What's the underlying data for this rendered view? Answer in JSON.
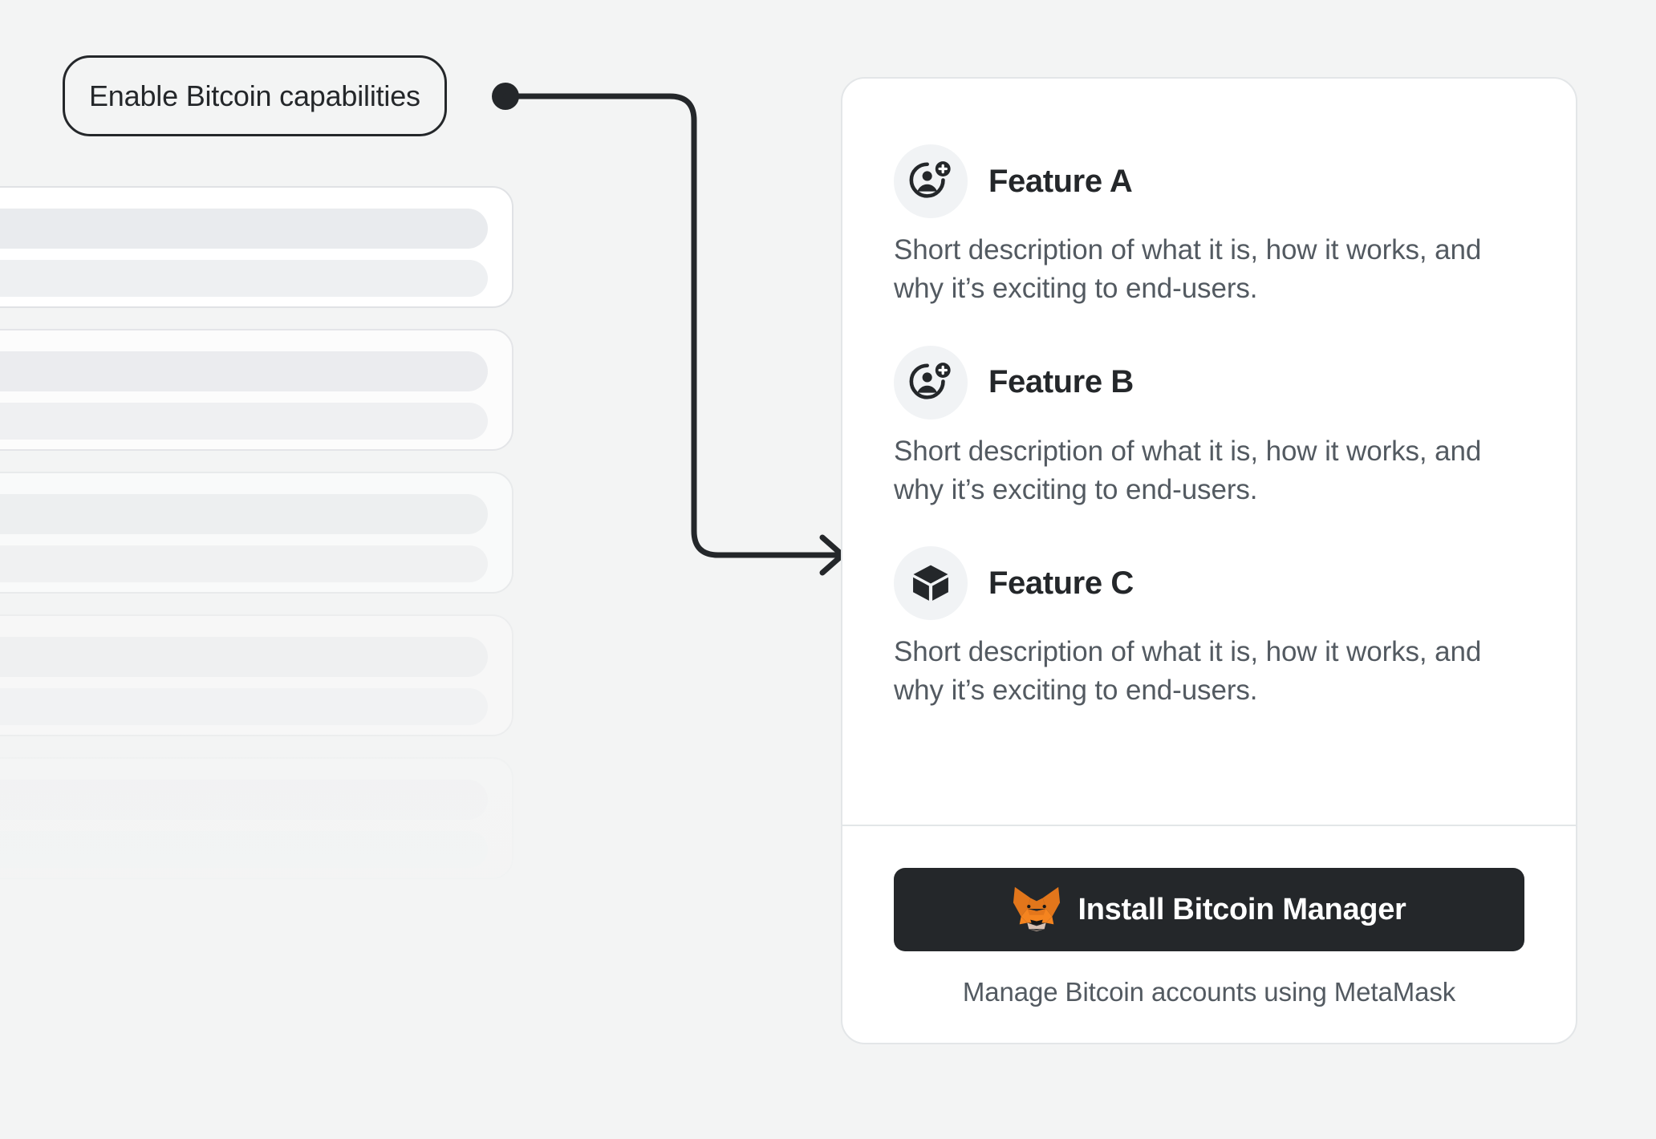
{
  "theme": {
    "background": "#f3f4f4",
    "card_background": "#ffffff",
    "card_border": "#e3e6e8",
    "text_primary": "#24272a",
    "text_secondary": "#535a61",
    "icon_badge_background": "#f1f3f5",
    "button_background": "#24272a",
    "button_text": "#ffffff",
    "connector_stroke": "#24272a",
    "metamask_orange": "#e2761b",
    "metamask_orange_light": "#f5841f",
    "metamask_brown": "#763d16",
    "metamask_cream": "#d7c1b3"
  },
  "annotation": {
    "label": "Enable Bitcoin capabilities",
    "connector": {
      "from_dot": "right-edge-of-callout",
      "to_target": "feature-card-left-edge",
      "arrow": "right-chevron"
    }
  },
  "background_list": {
    "item_count": 5,
    "items": [
      {
        "opacity": 1.0
      },
      {
        "opacity": 0.78
      },
      {
        "opacity": 0.55
      },
      {
        "opacity": 0.34
      },
      {
        "opacity": 0.16
      }
    ]
  },
  "card": {
    "features": [
      {
        "icon": "user-add-icon",
        "title": "Feature A",
        "description": "Short description of what it is, how it works, and why it’s exciting to end-users."
      },
      {
        "icon": "user-add-icon",
        "title": "Feature B",
        "description": "Short description of what it is, how it works, and why it’s exciting to end-users."
      },
      {
        "icon": "cube-icon",
        "title": "Feature C",
        "description": "Short description of what it is, how it works, and why it’s exciting to end-users."
      }
    ],
    "cta": {
      "icon": "metamask-fox-icon",
      "button_label": "Install Bitcoin Manager",
      "subtitle": "Manage Bitcoin accounts using MetaMask"
    }
  }
}
